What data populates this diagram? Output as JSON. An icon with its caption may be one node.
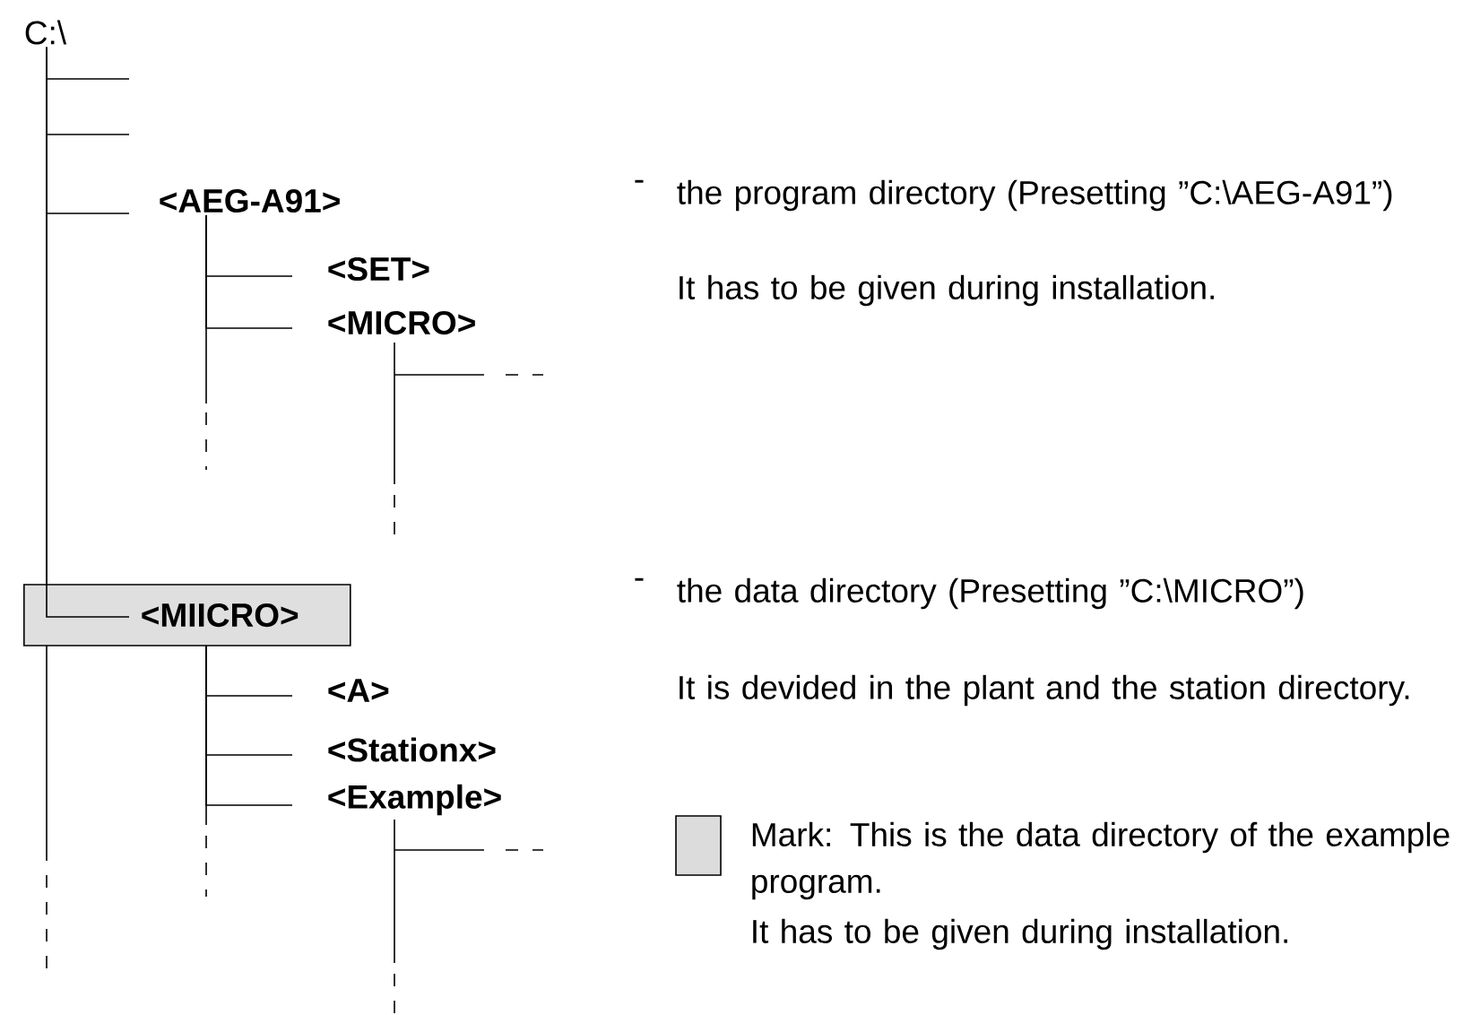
{
  "diagram": {
    "nodes": [
      {
        "text": [
          "C:\\"
        ]
      },
      {
        "text": [
          "<AEG-A91>"
        ]
      },
      {
        "text": [
          "<SET>"
        ]
      },
      {
        "text": [
          "<MICRO>"
        ]
      },
      {
        "text": [
          "<MIICRO>"
        ]
      },
      {
        "text": [
          "<A>"
        ]
      },
      {
        "text": [
          "<Stationx>"
        ]
      },
      {
        "text": [
          "<Example>"
        ]
      }
    ],
    "edges": [
      {
        "from": 0,
        "to": 1,
        "arrow": "none"
      },
      {
        "from": 1,
        "to": 2,
        "arrow": "none"
      },
      {
        "from": 1,
        "to": 3,
        "arrow": "none"
      },
      {
        "from": 0,
        "to": 4,
        "arrow": "none"
      },
      {
        "from": 4,
        "to": 5,
        "arrow": "none"
      },
      {
        "from": 4,
        "to": 6,
        "arrow": "none"
      },
      {
        "from": 4,
        "to": 7,
        "arrow": "none"
      }
    ],
    "labels": [
      "-",
      "the program directory (Presetting ”C:\\AEG-A91”)",
      "It has to be given during installation.",
      "-",
      "the data directory (Presetting ”C:\\MICRO”)",
      "It is devided in the plant and the station directory.",
      "It has to be given during installation."
    ],
    "legend": [
      {
        "text": "Mark: This is the data directory of the example program.",
        "color": "#dcdcdc"
      }
    ]
  }
}
